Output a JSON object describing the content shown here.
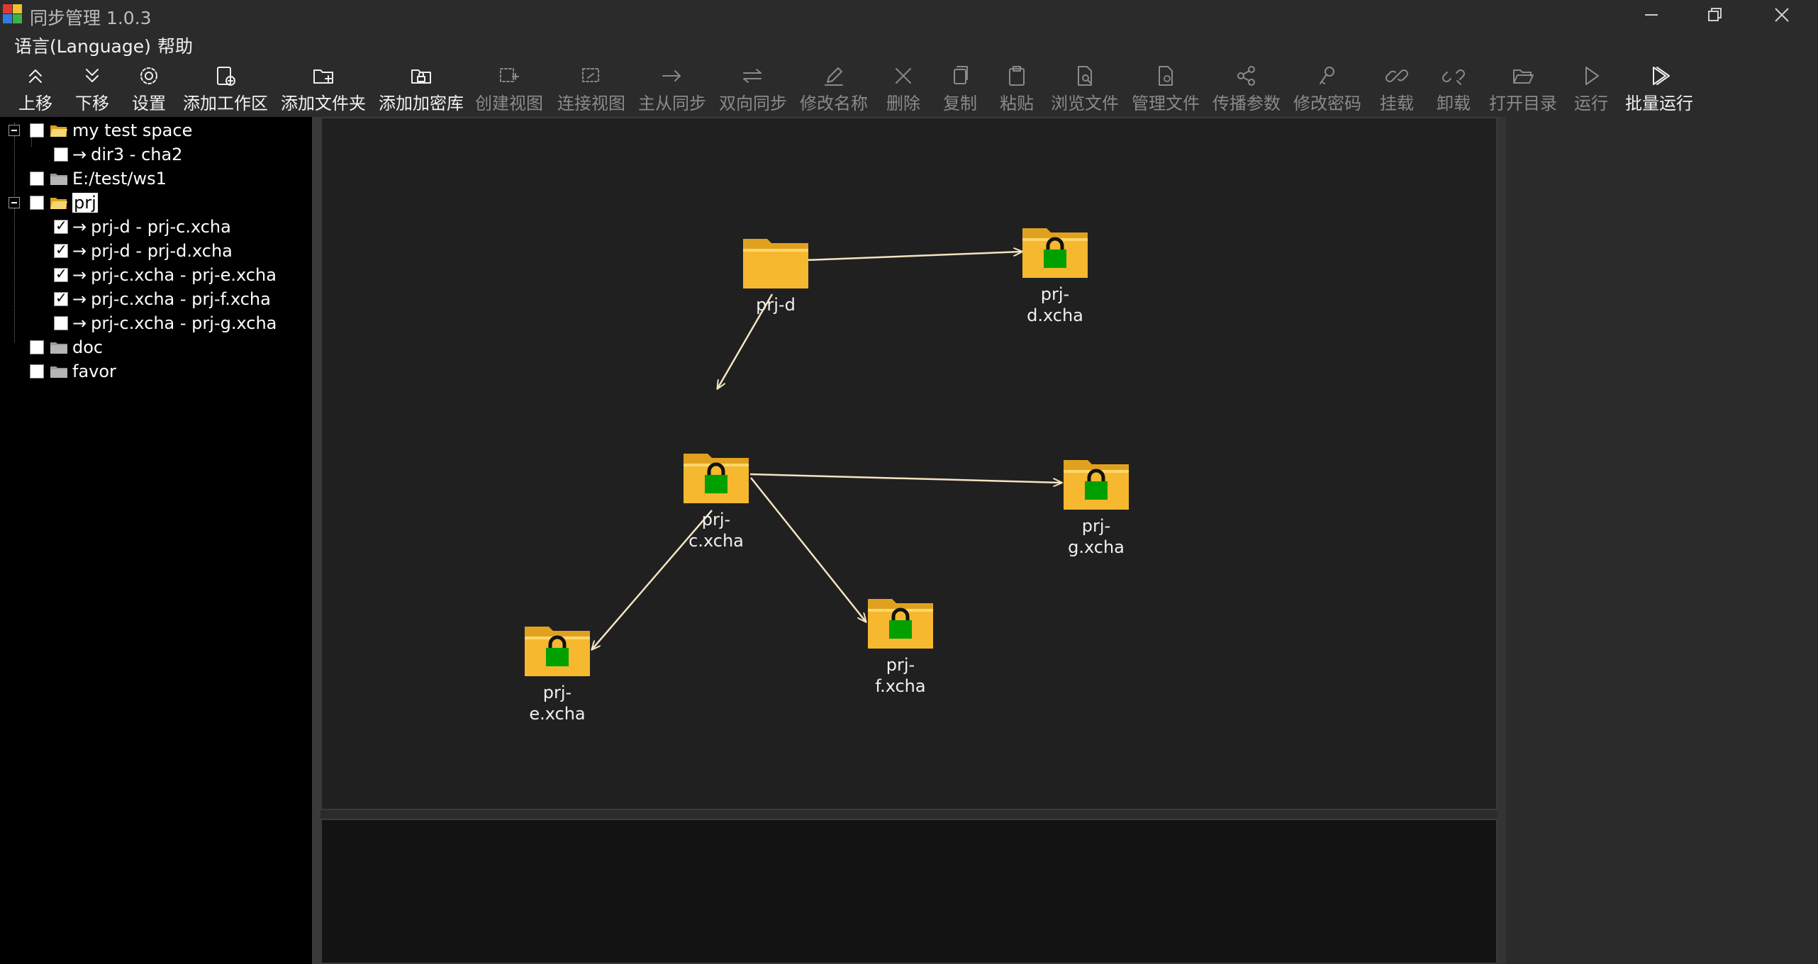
{
  "window": {
    "title": "同步管理 1.0.3"
  },
  "menu": {
    "items": [
      "语言(Language)",
      "帮助"
    ]
  },
  "toolbar": {
    "items": [
      {
        "label": "上移",
        "icon": "double-chevron-up-icon",
        "enabled": true
      },
      {
        "label": "下移",
        "icon": "double-chevron-down-icon",
        "enabled": true
      },
      {
        "label": "设置",
        "icon": "gear-icon",
        "enabled": true
      },
      {
        "label": "添加工作区",
        "icon": "add-workspace-icon",
        "enabled": true
      },
      {
        "label": "添加文件夹",
        "icon": "add-folder-icon",
        "enabled": true
      },
      {
        "label": "添加加密库",
        "icon": "add-vault-icon",
        "enabled": true
      },
      {
        "label": "创建视图",
        "icon": "create-view-icon",
        "enabled": false
      },
      {
        "label": "连接视图",
        "icon": "connect-view-icon",
        "enabled": false
      },
      {
        "label": "主从同步",
        "icon": "arrow-right-icon",
        "enabled": false
      },
      {
        "label": "双向同步",
        "icon": "two-way-arrow-icon",
        "enabled": false
      },
      {
        "label": "修改名称",
        "icon": "pencil-icon",
        "enabled": false
      },
      {
        "label": "删除",
        "icon": "close-icon",
        "enabled": false
      },
      {
        "label": "复制",
        "icon": "copy-icon",
        "enabled": false
      },
      {
        "label": "粘贴",
        "icon": "paste-icon",
        "enabled": false
      },
      {
        "label": "浏览文件",
        "icon": "browse-file-icon",
        "enabled": false
      },
      {
        "label": "管理文件",
        "icon": "manage-file-icon",
        "enabled": false
      },
      {
        "label": "传播参数",
        "icon": "share-icon",
        "enabled": false
      },
      {
        "label": "修改密码",
        "icon": "key-icon",
        "enabled": false
      },
      {
        "label": "挂载",
        "icon": "link-icon",
        "enabled": false
      },
      {
        "label": "卸载",
        "icon": "unlink-icon",
        "enabled": false
      },
      {
        "label": "打开目录",
        "icon": "open-folder-icon",
        "enabled": false
      },
      {
        "label": "运行",
        "icon": "play-icon",
        "enabled": false
      },
      {
        "label": "批量运行",
        "icon": "batch-run-icon",
        "enabled": true
      }
    ]
  },
  "tree": {
    "items": [
      {
        "label": "my test space",
        "level": 0,
        "kind": "folder-open",
        "expander": true,
        "checked": false,
        "selected": false
      },
      {
        "label": "dir3 - cha2",
        "level": 1,
        "kind": "link",
        "expander": false,
        "checked": false,
        "selected": false
      },
      {
        "label": "E:/test/ws1",
        "level": 0,
        "kind": "folder-gray",
        "expander": false,
        "checked": false,
        "selected": false
      },
      {
        "label": "prj",
        "level": 0,
        "kind": "folder-open",
        "expander": true,
        "checked": false,
        "selected": true
      },
      {
        "label": "prj-d - prj-c.xcha",
        "level": 1,
        "kind": "link",
        "expander": false,
        "checked": true,
        "selected": false
      },
      {
        "label": "prj-d - prj-d.xcha",
        "level": 1,
        "kind": "link",
        "expander": false,
        "checked": true,
        "selected": false
      },
      {
        "label": "prj-c.xcha - prj-e.xcha",
        "level": 1,
        "kind": "link",
        "expander": false,
        "checked": true,
        "selected": false
      },
      {
        "label": "prj-c.xcha - prj-f.xcha",
        "level": 1,
        "kind": "link",
        "expander": false,
        "checked": true,
        "selected": false
      },
      {
        "label": "prj-c.xcha - prj-g.xcha",
        "level": 1,
        "kind": "link",
        "expander": false,
        "checked": false,
        "selected": false
      },
      {
        "label": "doc",
        "level": 0,
        "kind": "folder-gray",
        "expander": false,
        "checked": false,
        "selected": false
      },
      {
        "label": "favor",
        "level": 0,
        "kind": "folder-gray",
        "expander": false,
        "checked": false,
        "selected": false
      }
    ]
  },
  "graph": {
    "nodes": [
      {
        "id": "prj-d",
        "label": "prj-d",
        "locked": false
      },
      {
        "id": "prj-d.xcha",
        "label": "prj-\nd.xcha",
        "locked": true
      },
      {
        "id": "prj-c.xcha",
        "label": "prj-\nc.xcha",
        "locked": true
      },
      {
        "id": "prj-g.xcha",
        "label": "prj-\ng.xcha",
        "locked": true
      },
      {
        "id": "prj-f.xcha",
        "label": "prj-\nf.xcha",
        "locked": true
      },
      {
        "id": "prj-e.xcha",
        "label": "prj-\ne.xcha",
        "locked": true
      }
    ],
    "edges": [
      {
        "from": "prj-d",
        "to": "prj-d.xcha"
      },
      {
        "from": "prj-d",
        "to": "prj-c.xcha"
      },
      {
        "from": "prj-c.xcha",
        "to": "prj-g.xcha"
      },
      {
        "from": "prj-c.xcha",
        "to": "prj-f.xcha"
      },
      {
        "from": "prj-c.xcha",
        "to": "prj-e.xcha"
      }
    ],
    "edge_color": "#f4e4c1"
  },
  "colors": {
    "background": "#2b2b2b",
    "canvas": "#202020",
    "folder": "#f5b82e",
    "lock": "#00a000"
  }
}
